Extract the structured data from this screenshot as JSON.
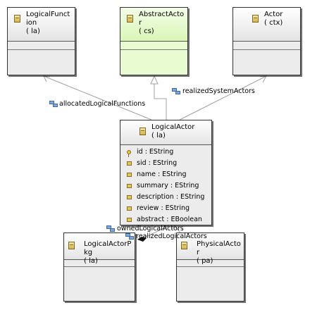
{
  "nodes": [
    {
      "id": "logicalfunction",
      "name": "LogicalFunction",
      "package": "( la)"
    },
    {
      "id": "abstractactor",
      "name": "AbstractActor",
      "package": "( cs)"
    },
    {
      "id": "actor",
      "name": "Actor",
      "package": "( ctx)"
    },
    {
      "id": "logicalactor",
      "name": "LogicalActor",
      "package": "( la)",
      "attributes": [
        {
          "text": "id : EString",
          "icon": "key-attribute-icon"
        },
        {
          "text": "sid : EString",
          "icon": "attribute-icon"
        },
        {
          "text": "name : EString",
          "icon": "attribute-icon"
        },
        {
          "text": "summary : EString",
          "icon": "attribute-icon"
        },
        {
          "text": "description : EString",
          "icon": "attribute-icon"
        },
        {
          "text": "review : EString",
          "icon": "attribute-icon"
        },
        {
          "text": "abstract : EBoolean",
          "icon": "attribute-icon"
        }
      ]
    },
    {
      "id": "logicalactorpkg",
      "name": "LogicalActorPkg",
      "package": "( la)"
    },
    {
      "id": "physicalactor",
      "name": "PhysicalActor",
      "package": "( pa)"
    }
  ],
  "edges": [
    {
      "label": "allocatedLogicalFunctions",
      "from": "LogicalActor",
      "to": "LogicalFunction",
      "kind": "reference"
    },
    {
      "label": "",
      "from": "LogicalActor",
      "to": "AbstractActor",
      "kind": "inheritance"
    },
    {
      "label": "realizedSystemActors",
      "from": "LogicalActor",
      "to": "Actor",
      "kind": "reference"
    },
    {
      "label": "ownedLogicalActors",
      "from": "LogicalActorPkg",
      "to": "LogicalActor",
      "kind": "containment"
    },
    {
      "label": "realizedLogicalActors",
      "from": "PhysicalActor",
      "to": "LogicalActor",
      "kind": "reference"
    }
  ],
  "colors": {
    "abstract_fill": "#e9fbd1",
    "class_fill": "#ececec",
    "edge": "#a0a0a0"
  }
}
